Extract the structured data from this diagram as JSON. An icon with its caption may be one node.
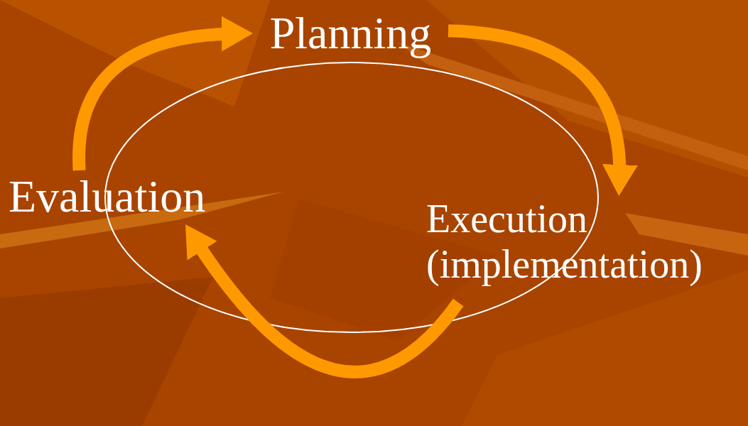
{
  "diagram": {
    "nodes": [
      {
        "text": [
          "Planning"
        ]
      },
      {
        "text": [
          "Execution (implementation)"
        ]
      },
      {
        "text": [
          "Evaluation"
        ]
      }
    ],
    "edges": [
      {
        "from": 0,
        "to": 1,
        "arrow": "to"
      },
      {
        "from": 1,
        "to": 2,
        "arrow": "to"
      },
      {
        "from": 2,
        "to": 0,
        "arrow": "to"
      }
    ]
  }
}
